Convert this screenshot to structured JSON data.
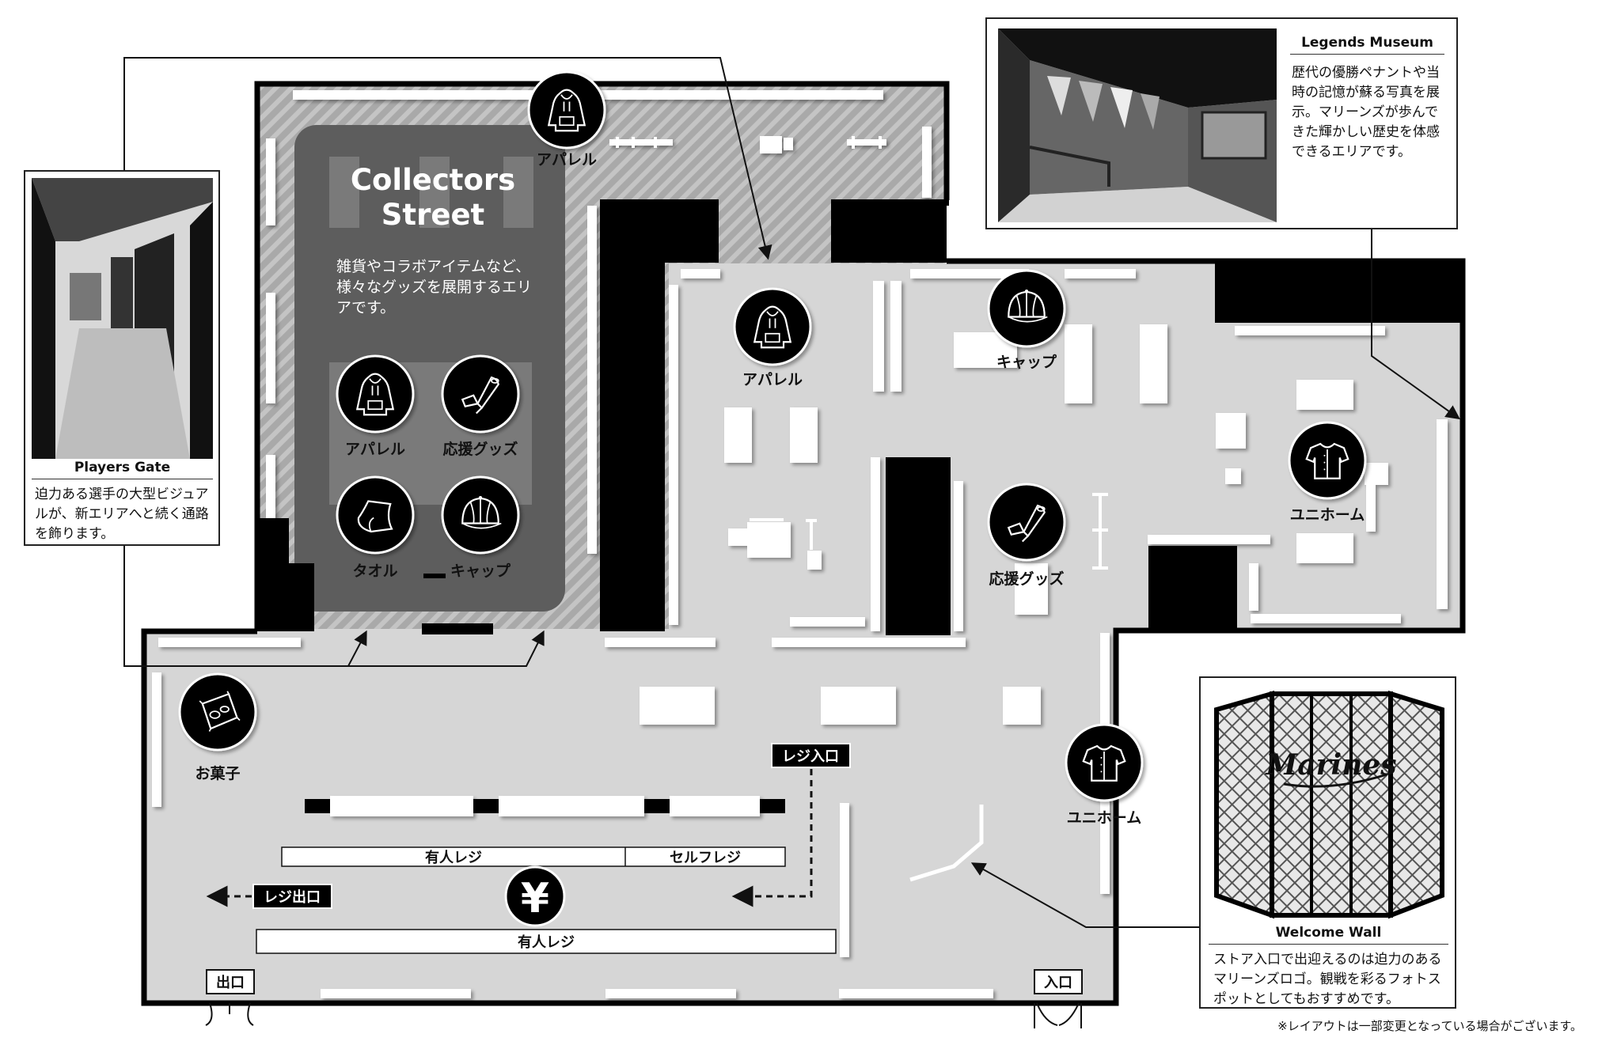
{
  "collectors_street": {
    "title_line1": "Collectors",
    "title_line2": "Street",
    "description": "雑貨やコラボアイテムなど、様々なグッズを展開するエリアです。"
  },
  "zones": [
    {
      "label": "アパレル",
      "icon": "hoodie-icon"
    },
    {
      "label": "アパレル",
      "icon": "hoodie-icon"
    },
    {
      "label": "応援グッズ",
      "icon": "megaphone-icon"
    },
    {
      "label": "タオル",
      "icon": "towel-icon"
    },
    {
      "label": "キャップ",
      "icon": "cap-icon"
    },
    {
      "label": "アパレル",
      "icon": "hoodie-icon"
    },
    {
      "label": "キャップ",
      "icon": "cap-icon"
    },
    {
      "label": "応援グッズ",
      "icon": "megaphone-icon"
    },
    {
      "label": "ユニホーム",
      "icon": "jersey-icon"
    },
    {
      "label": "ユニホーム",
      "icon": "jersey-icon"
    },
    {
      "label": "お菓子",
      "icon": "snack-icon"
    }
  ],
  "register": {
    "staffed_1": "有人レジ",
    "self": "セルフレジ",
    "staffed_2": "有人レジ",
    "entrance_tag": "レジ入口",
    "exit_tag": "レジ出口",
    "yen_symbol": "¥"
  },
  "doors": {
    "exit": "出口",
    "entrance": "入口"
  },
  "callouts": {
    "players_gate": {
      "title": "Players Gate",
      "description": "迫力ある選手の大型ビジュアルが、新エリアへと続く通路を飾ります。"
    },
    "legends_museum": {
      "title": "Legends Museum",
      "description": "歴代の優勝ペナントや当時の記憶が蘇る写真を展示。マリーンズが歩んできた輝かしい歴史を体感できるエリアです。"
    },
    "welcome_wall": {
      "title": "Welcome Wall",
      "description": "ストア入口で出迎えるのは迫力のあるマリーンズロゴ。観戦を彩るフォトスポットとしてもおすすめです。",
      "logo_text": "Marines"
    }
  },
  "notice": "※レイアウトは一部変更となっている場合がございます。",
  "colors": {
    "floor": "#d6d6d6",
    "wall": "#000000",
    "collectors_area": "#5d5d5d",
    "fixture": "#ffffff"
  }
}
